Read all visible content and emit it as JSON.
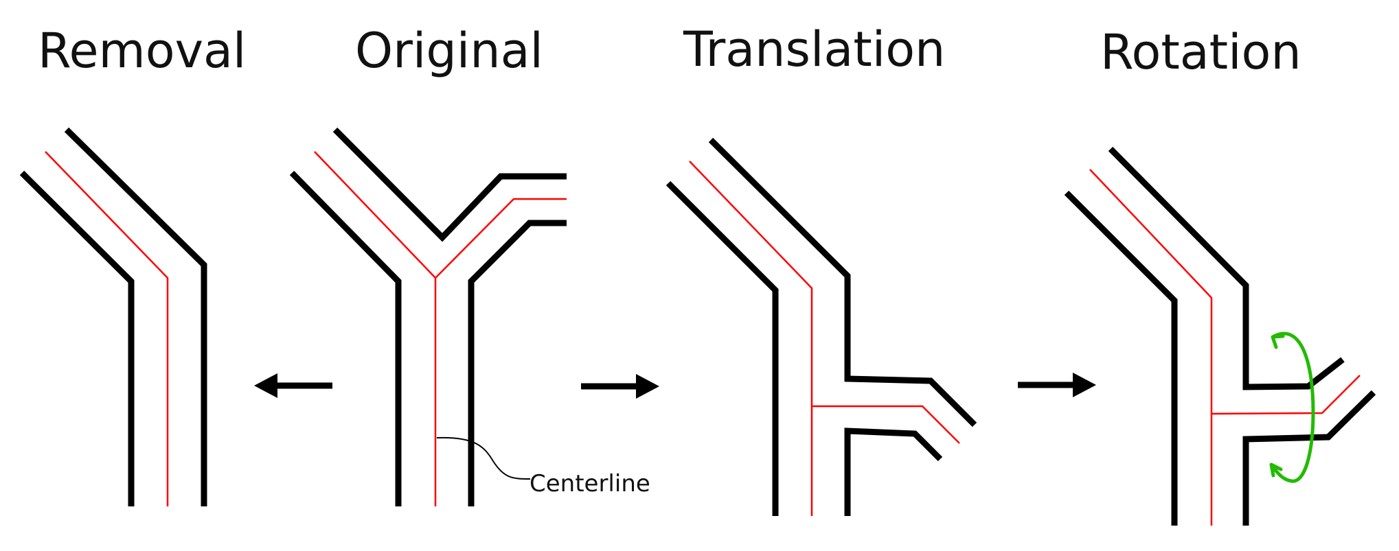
{
  "titles": {
    "removal": "Removal",
    "original": "Original",
    "translation": "Translation",
    "rotation": "Rotation"
  },
  "annotations": {
    "centerline_label": "Centerline"
  },
  "colors": {
    "wall": "#000000",
    "centerline": "#ff0000",
    "rotation_arrow": "#22bb00",
    "arrows": "#000000",
    "background": "#ffffff"
  },
  "arrows": [
    {
      "from": "original",
      "to": "removal",
      "direction": "left"
    },
    {
      "from": "original",
      "to": "translation",
      "direction": "right"
    },
    {
      "from": "translation",
      "to": "rotation",
      "direction": "right"
    }
  ]
}
